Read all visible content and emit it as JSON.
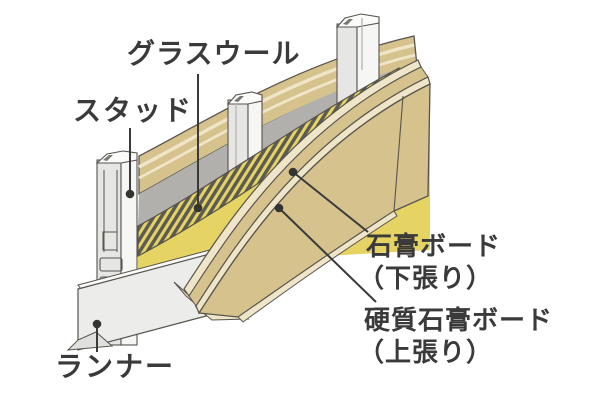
{
  "diagram": {
    "type": "construction-wall-cutaway",
    "labels": {
      "glass_wool": {
        "text": "グラスウール"
      },
      "stud": {
        "text": "スタッド"
      },
      "runner": {
        "text": "ランナー"
      },
      "gypsum_board": {
        "line1": "石膏ボード",
        "line2": "（下張り）"
      },
      "hard_gypsum_board": {
        "line1": "硬質石膏ボード",
        "line2": "（上張り）"
      }
    },
    "colors": {
      "background": "#ffffff",
      "board_face": "#d6c28d",
      "board_edge": "#efe5c8",
      "glass_wool": "#e5d463",
      "wool_dark": "#5d5b54",
      "steel_light": "#f6f6f5",
      "steel_mid": "#e6e6e4",
      "steel_shadow": "#a6a5a1",
      "cavity_gray": "#b1b0ac",
      "outline": "#57544d",
      "label_text": "#3a3a3a",
      "leader_line": "#3a3a38"
    }
  }
}
